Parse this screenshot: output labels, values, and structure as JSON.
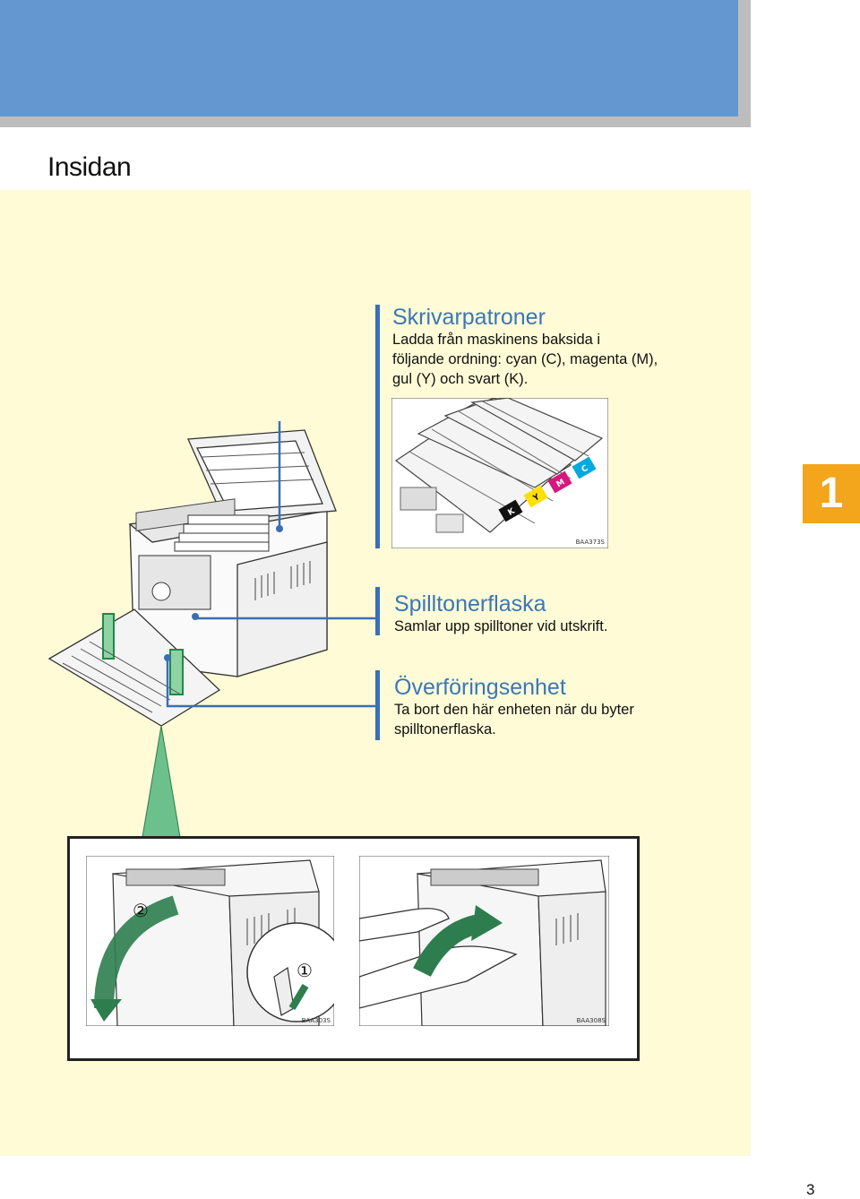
{
  "page": {
    "title": "Insidan",
    "chapter_number": "1",
    "page_number": "3"
  },
  "callouts": [
    {
      "title": "Skrivarpatroner",
      "lines": [
        "Ladda från maskinens baksida i",
        "följande ordning: cyan (C), magenta (M),",
        "gul (Y) och svart (K)."
      ]
    },
    {
      "title": "Spilltonerflaska",
      "lines": [
        "Samlar upp spilltoner vid utskrift."
      ]
    },
    {
      "title": "Överföringsenhet",
      "lines": [
        "Ta bort den här enheten när du byter",
        "spilltonerflaska."
      ]
    }
  ],
  "figures": {
    "cartridge_detail_code": "BAA373S",
    "step_left_code": "BAA303S",
    "step_right_code": "BAA308S",
    "cartridge_labels": [
      "K",
      "Y",
      "M",
      "C"
    ],
    "step_markers": [
      "②",
      "①"
    ]
  },
  "colors": {
    "header": "#6497cf",
    "content_background": "#fefbd6",
    "callout_title": "#3a77b9",
    "callout_bar": "#3a6fb3",
    "chapter_tab": "#f3a51c",
    "arrow_green": "#6cc08b",
    "cyan": "#00a9e0",
    "magenta": "#d6177c",
    "yellow": "#ffe000",
    "black": "#111111"
  }
}
